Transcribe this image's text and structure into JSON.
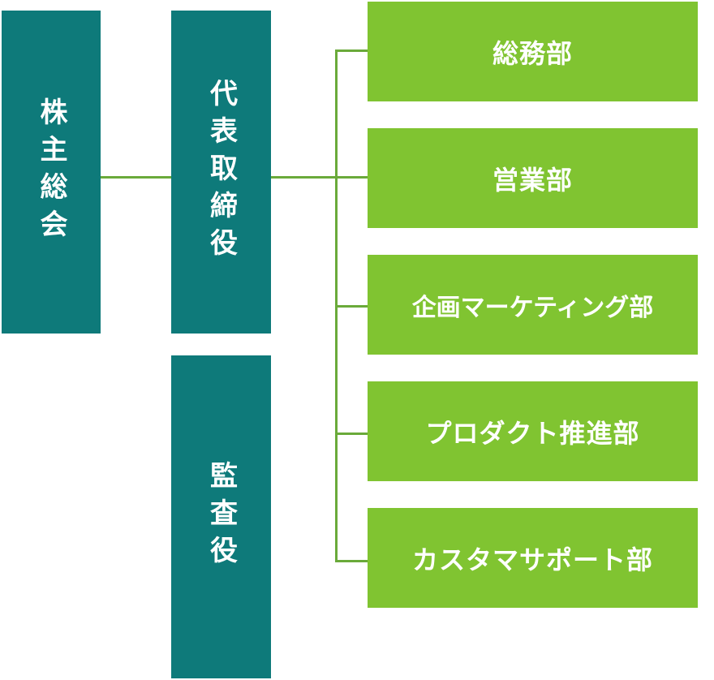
{
  "colors": {
    "executive": "#0e7a7a",
    "department": "#80c431",
    "connector": "#6aaa3a",
    "text": "#ffffff"
  },
  "nodes": {
    "shareholders": "株主総会",
    "ceo": "代表取締役",
    "auditor": "監査役"
  },
  "departments": [
    "総務部",
    "営業部",
    "企画マーケティング部",
    "プロダクト推進部",
    "カスタマサポート部"
  ]
}
